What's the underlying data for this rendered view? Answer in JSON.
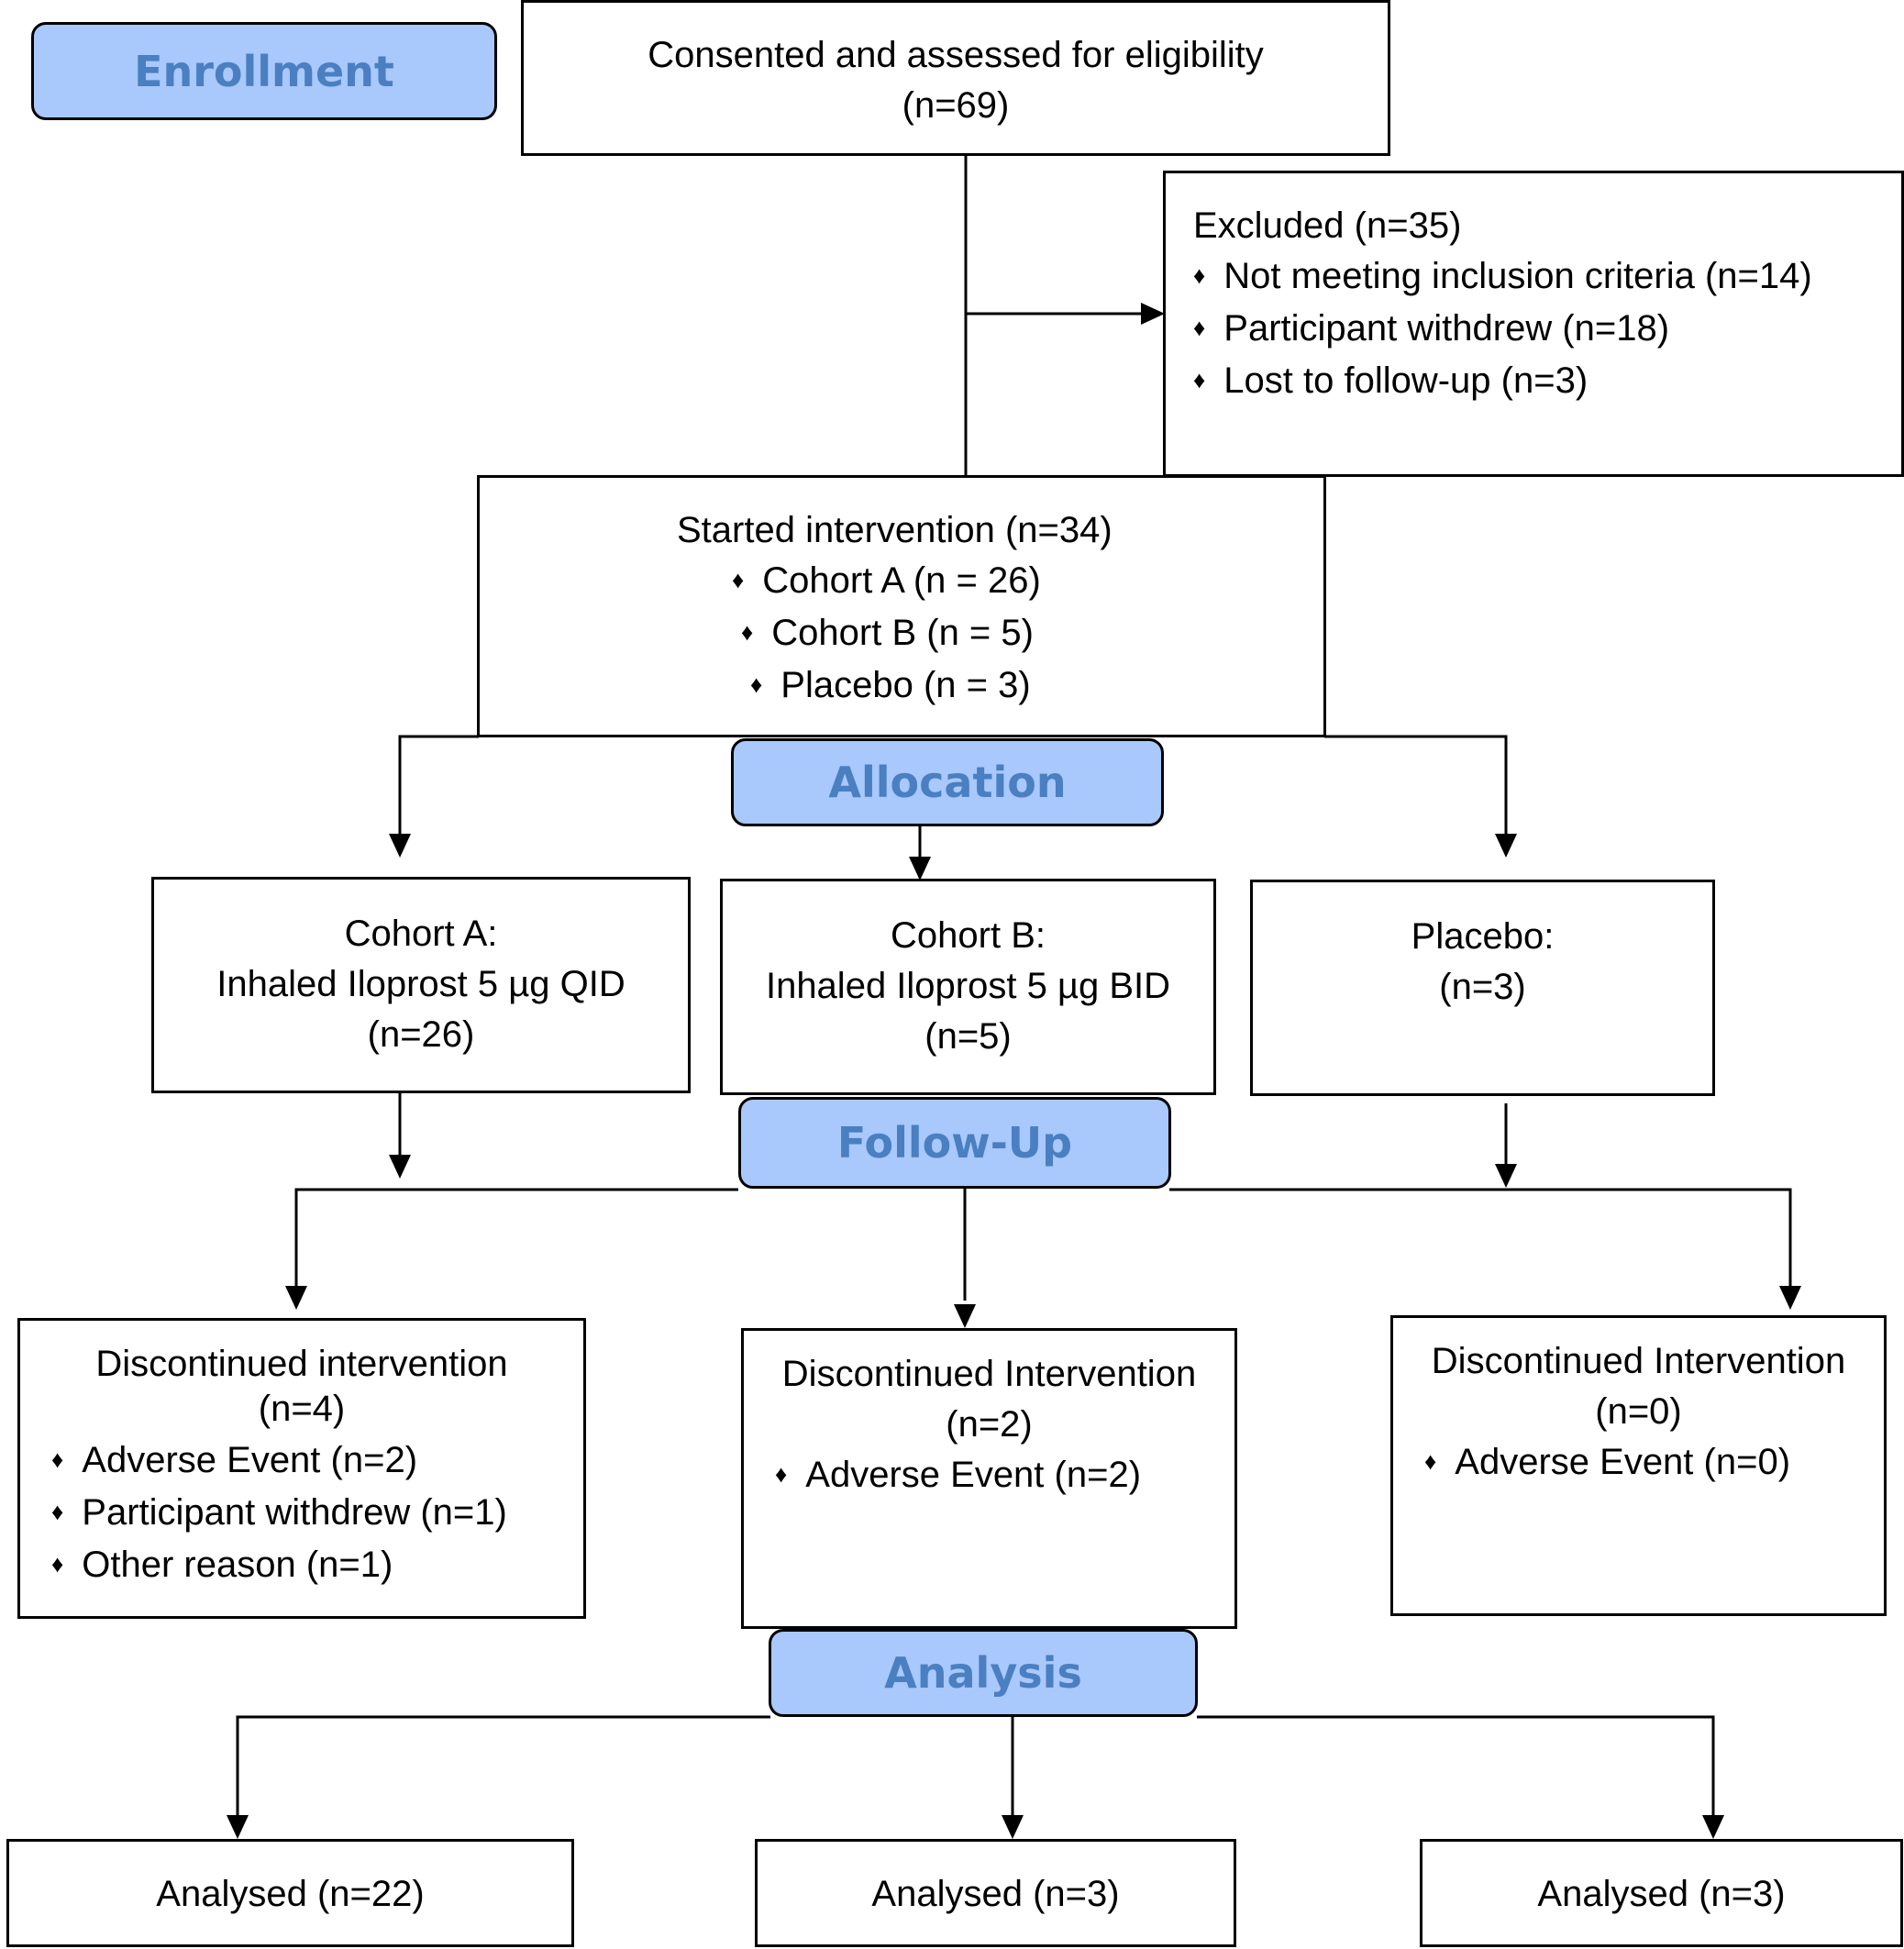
{
  "stages": {
    "enrollment": "Enrollment",
    "allocation": "Allocation",
    "follow_up": "Follow-Up",
    "analysis": "Analysis"
  },
  "assessed": {
    "line1": "Consented and assessed for eligibility",
    "line2": "(n=69)"
  },
  "excluded": {
    "title": "Excluded (n=35)",
    "items": [
      "Not meeting inclusion criteria (n=14)",
      "Participant withdrew (n=18)",
      "Lost to follow-up (n=3)"
    ]
  },
  "started": {
    "title": "Started intervention (n=34)",
    "items": [
      "Cohort A (n = 26)",
      "Cohort B (n = 5)",
      "Placebo (n = 3)"
    ]
  },
  "arms": [
    {
      "line1": "Cohort A:",
      "line2": "Inhaled Iloprost 5 µg QID",
      "line3": "(n=26)"
    },
    {
      "line1": "Cohort B:",
      "line2": "Inhaled Iloprost 5 µg BID",
      "line3": "(n=5)"
    },
    {
      "line1": "Placebo:",
      "line2": "(n=3)"
    }
  ],
  "discontinued": [
    {
      "line1": "Discontinued intervention",
      "line2": "(n=4)",
      "items": [
        "Adverse Event (n=2)",
        "Participant withdrew (n=1)",
        "Other reason (n=1)"
      ]
    },
    {
      "line1": "Discontinued Intervention",
      "line2": "(n=2)",
      "items": [
        "Adverse Event (n=2)"
      ]
    },
    {
      "line1": "Discontinued Intervention",
      "line2": "(n=0)",
      "items": [
        "Adverse Event (n=0)"
      ]
    }
  ],
  "analysed": [
    "Analysed (n=22)",
    "Analysed (n=3)",
    "Analysed (n=3)"
  ],
  "bullet_glyph": "♦",
  "colors": {
    "stage_fill": "#a9c8fb",
    "stage_text": "#4a7fc1",
    "lines": "#000000"
  }
}
